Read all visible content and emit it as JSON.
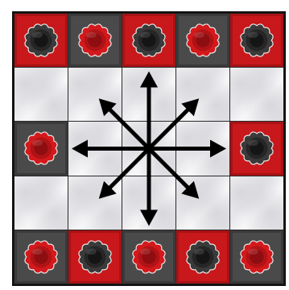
{
  "board": {
    "rows": 5,
    "cols": 5,
    "cells": [
      [
        {
          "tile": "red",
          "piece": "dark"
        },
        {
          "tile": "dark",
          "piece": "red"
        },
        {
          "tile": "red",
          "piece": "dark"
        },
        {
          "tile": "dark",
          "piece": "red"
        },
        {
          "tile": "red",
          "piece": "dark"
        }
      ],
      [
        {
          "tile": "marble",
          "piece": null
        },
        {
          "tile": "marble",
          "piece": null
        },
        {
          "tile": "marble",
          "piece": null
        },
        {
          "tile": "marble",
          "piece": null
        },
        {
          "tile": "marble",
          "piece": null
        }
      ],
      [
        {
          "tile": "dark",
          "piece": "red"
        },
        {
          "tile": "marble",
          "piece": null
        },
        {
          "tile": "marble",
          "piece": null
        },
        {
          "tile": "marble",
          "piece": null
        },
        {
          "tile": "red",
          "piece": "dark"
        }
      ],
      [
        {
          "tile": "marble",
          "piece": null
        },
        {
          "tile": "marble",
          "piece": null
        },
        {
          "tile": "marble",
          "piece": null
        },
        {
          "tile": "marble",
          "piece": null
        },
        {
          "tile": "marble",
          "piece": null
        }
      ],
      [
        {
          "tile": "dark",
          "piece": "red"
        },
        {
          "tile": "red",
          "piece": "dark"
        },
        {
          "tile": "dark",
          "piece": "red"
        },
        {
          "tile": "red",
          "piece": "dark"
        },
        {
          "tile": "dark",
          "piece": "red"
        }
      ]
    ]
  },
  "move_indicator": {
    "center": {
      "row": 2,
      "col": 2
    },
    "directions": [
      "up",
      "down",
      "left",
      "right",
      "up-left",
      "up-right",
      "down-left",
      "down-right"
    ]
  },
  "colors": {
    "red_tile": "#c8181b",
    "dark_tile": "#4a4a4a",
    "red_piece": "#d4191c",
    "dark_piece": "#3a3a3a",
    "piece_outline": "#e8e8e8",
    "arrow": "#000000"
  },
  "icons": {
    "piece": "scalloped-disc-piece-icon",
    "arrow": "direction-arrow-icon"
  }
}
